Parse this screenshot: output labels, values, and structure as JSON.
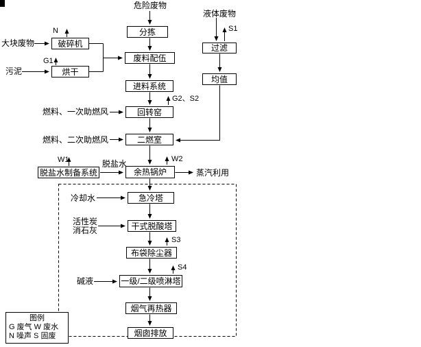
{
  "colors": {
    "ink": "#000000",
    "background": "#ffffff"
  },
  "nodes": {
    "hazardous_waste": "危险废物",
    "liquid_waste": "液体废物",
    "sorting": "分拣",
    "waste_blending": "废料配伍",
    "feed_system": "进料系统",
    "rotary_kiln": "回转窑",
    "secondary_combustion": "二燃室",
    "waste_heat_boiler": "余热锅炉",
    "quench_tower": "急冷塔",
    "dry_deacid_tower": "干式脱酸塔",
    "bag_filter": "布袋除尘器",
    "spray_tower": "一级/二级喷淋塔",
    "flue_gas_reheater": "烟气再热器",
    "stack_emission": "烟囱排放",
    "crusher": "破碎机",
    "dryer": "烘干",
    "desalted_water_system": "脱盐水制备系统",
    "filtration": "过滤",
    "homogenization": "均值"
  },
  "streams": {
    "bulk_waste": "大块废物",
    "sludge": "污泥",
    "fuel_primary_air": "燃料、一次助燃风",
    "fuel_secondary_air": "燃料、二次助燃风",
    "desalted_water": "脱盐水",
    "cooling_water": "冷却水",
    "activated_carbon": "活性炭",
    "slaked_lime": "消石灰",
    "alkali_liquor": "碱液",
    "steam_use": "蒸汽利用"
  },
  "tags": {
    "n": "N",
    "g1": "G1",
    "s1": "S1",
    "g2_s2": "G2、S2",
    "w1": "W1",
    "w2": "W2",
    "s3": "S3",
    "s4": "S4"
  },
  "legend": {
    "title": "图例",
    "row1": "G 废气 W 废水",
    "row2": "N 噪声 S 固废"
  }
}
